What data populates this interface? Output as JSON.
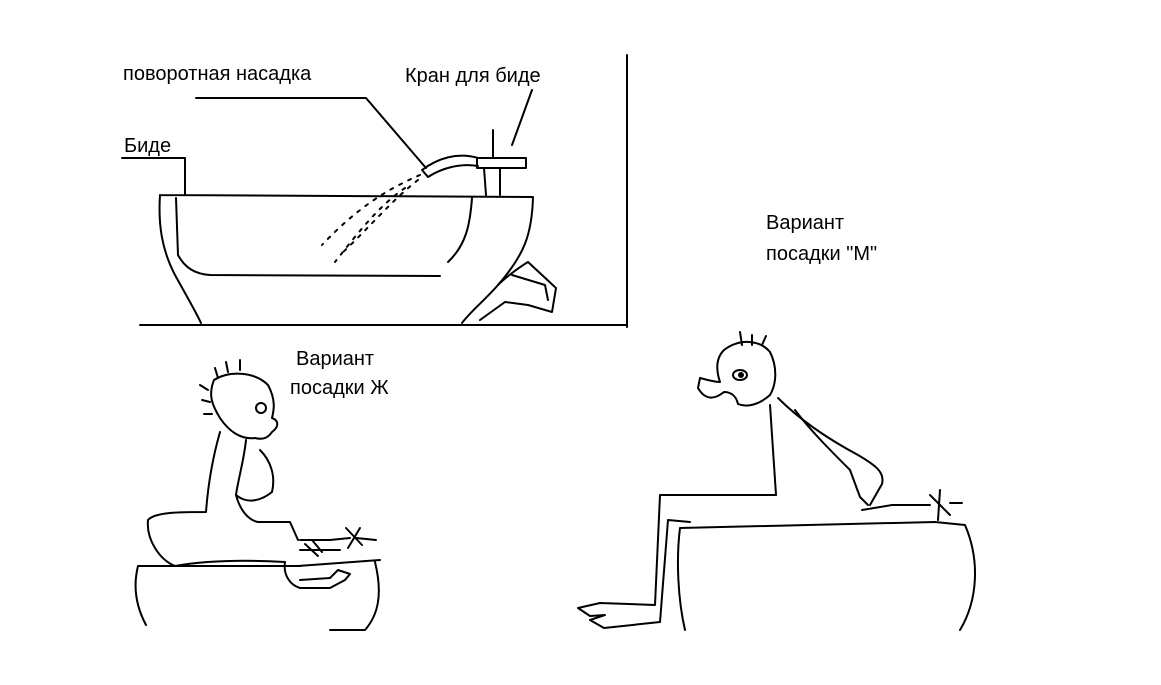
{
  "labels": {
    "nozzle": "поворотная насадка",
    "faucet": "Кран для биде",
    "bidet": "Биде",
    "variant_m_line1": "Вариант",
    "variant_m_line2": "посадки \"М\"",
    "variant_zh_line1": "Вариант",
    "variant_zh_line2": "посадки Ж"
  },
  "colors": {
    "ink": "#000000",
    "paper": "#ffffff"
  }
}
